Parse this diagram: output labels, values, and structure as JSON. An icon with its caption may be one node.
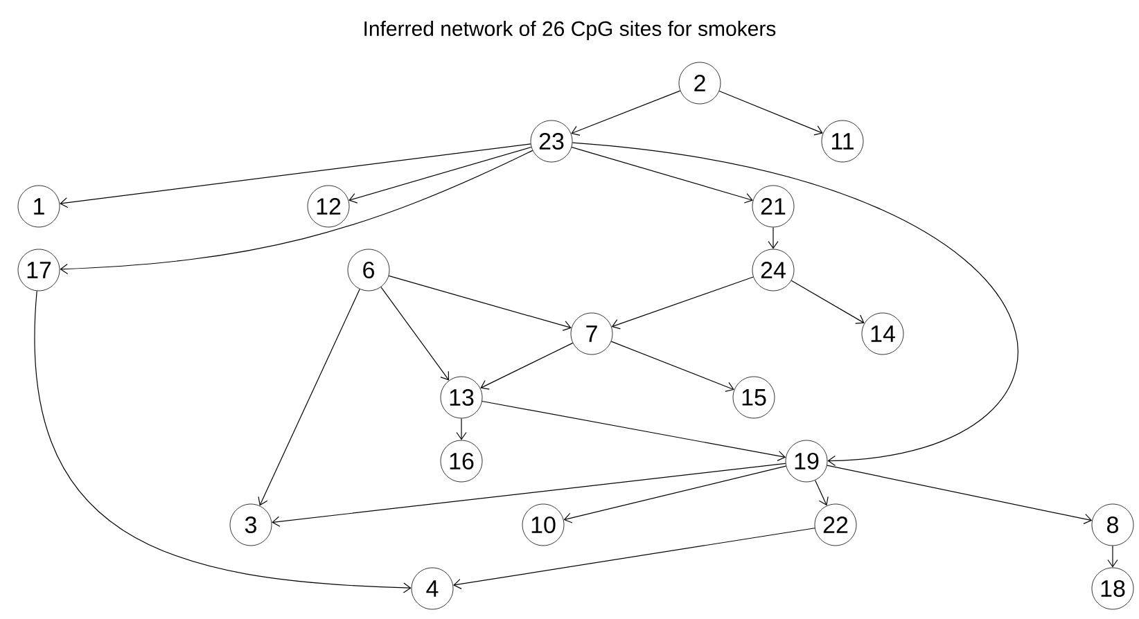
{
  "diagram": {
    "title": "Inferred network of 26 CpG sites for smokers",
    "nodes": [
      {
        "text": [
          "2"
        ]
      },
      {
        "text": [
          "23"
        ]
      },
      {
        "text": [
          "11"
        ]
      },
      {
        "text": [
          "1"
        ]
      },
      {
        "text": [
          "12"
        ]
      },
      {
        "text": [
          "21"
        ]
      },
      {
        "text": [
          "17"
        ]
      },
      {
        "text": [
          "6"
        ]
      },
      {
        "text": [
          "24"
        ]
      },
      {
        "text": [
          "7"
        ]
      },
      {
        "text": [
          "14"
        ]
      },
      {
        "text": [
          "13"
        ]
      },
      {
        "text": [
          "15"
        ]
      },
      {
        "text": [
          "16"
        ]
      },
      {
        "text": [
          "19"
        ]
      },
      {
        "text": [
          "3"
        ]
      },
      {
        "text": [
          "10"
        ]
      },
      {
        "text": [
          "22"
        ]
      },
      {
        "text": [
          "8"
        ]
      },
      {
        "text": [
          "4"
        ]
      },
      {
        "text": [
          "18"
        ]
      }
    ],
    "edges": [
      {
        "from": 0,
        "to": 1,
        "arrow": "to"
      },
      {
        "from": 0,
        "to": 2,
        "arrow": "to"
      },
      {
        "from": 1,
        "to": 3,
        "arrow": "to"
      },
      {
        "from": 1,
        "to": 4,
        "arrow": "to"
      },
      {
        "from": 1,
        "to": 5,
        "arrow": "to"
      },
      {
        "from": 1,
        "to": 6,
        "arrow": "to"
      },
      {
        "from": 1,
        "to": 14,
        "arrow": "to"
      },
      {
        "from": 5,
        "to": 8,
        "arrow": "to"
      },
      {
        "from": 8,
        "to": 9,
        "arrow": "to"
      },
      {
        "from": 8,
        "to": 10,
        "arrow": "to"
      },
      {
        "from": 7,
        "to": 9,
        "arrow": "to"
      },
      {
        "from": 7,
        "to": 11,
        "arrow": "to"
      },
      {
        "from": 7,
        "to": 15,
        "arrow": "to"
      },
      {
        "from": 9,
        "to": 11,
        "arrow": "to"
      },
      {
        "from": 9,
        "to": 12,
        "arrow": "to"
      },
      {
        "from": 11,
        "to": 13,
        "arrow": "to"
      },
      {
        "from": 11,
        "to": 14,
        "arrow": "to"
      },
      {
        "from": 14,
        "to": 15,
        "arrow": "to"
      },
      {
        "from": 14,
        "to": 16,
        "arrow": "to"
      },
      {
        "from": 14,
        "to": 17,
        "arrow": "to"
      },
      {
        "from": 14,
        "to": 18,
        "arrow": "to"
      },
      {
        "from": 17,
        "to": 19,
        "arrow": "to"
      },
      {
        "from": 6,
        "to": 19,
        "arrow": "to"
      },
      {
        "from": 18,
        "to": 20,
        "arrow": "to"
      }
    ]
  }
}
